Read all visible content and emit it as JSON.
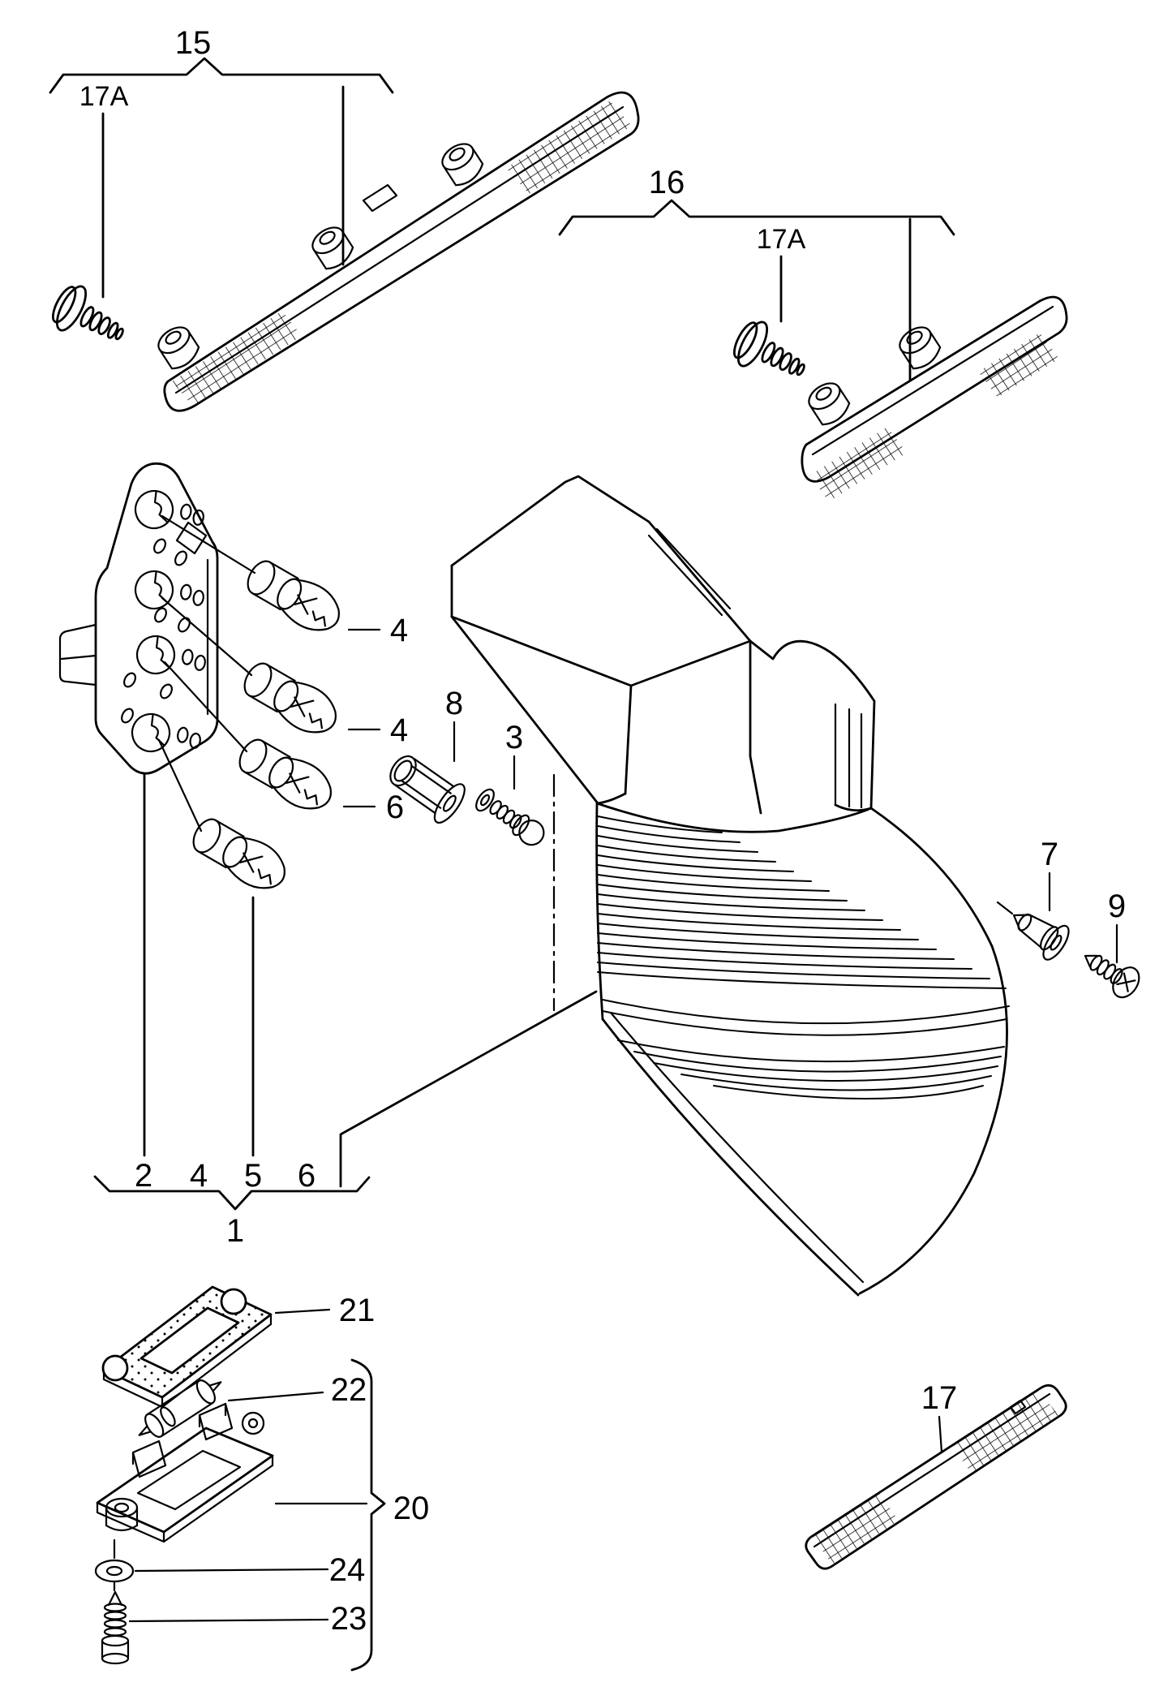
{
  "page": {
    "background": "#ffffff",
    "ink": "#000000"
  },
  "callouts": {
    "c15": "15",
    "c17a_left": "17A",
    "c16": "16",
    "c17a_right": "17A",
    "c4_top": "4",
    "c4_mid": "4",
    "c6_bulb": "6",
    "c8": "8",
    "c3": "3",
    "c7": "7",
    "c9": "9",
    "c2": "2",
    "c4_row": "4",
    "c5": "5",
    "c6_row": "6",
    "c1": "1",
    "c21": "21",
    "c22": "22",
    "c20": "20",
    "c24": "24",
    "c23": "23",
    "c17": "17"
  }
}
